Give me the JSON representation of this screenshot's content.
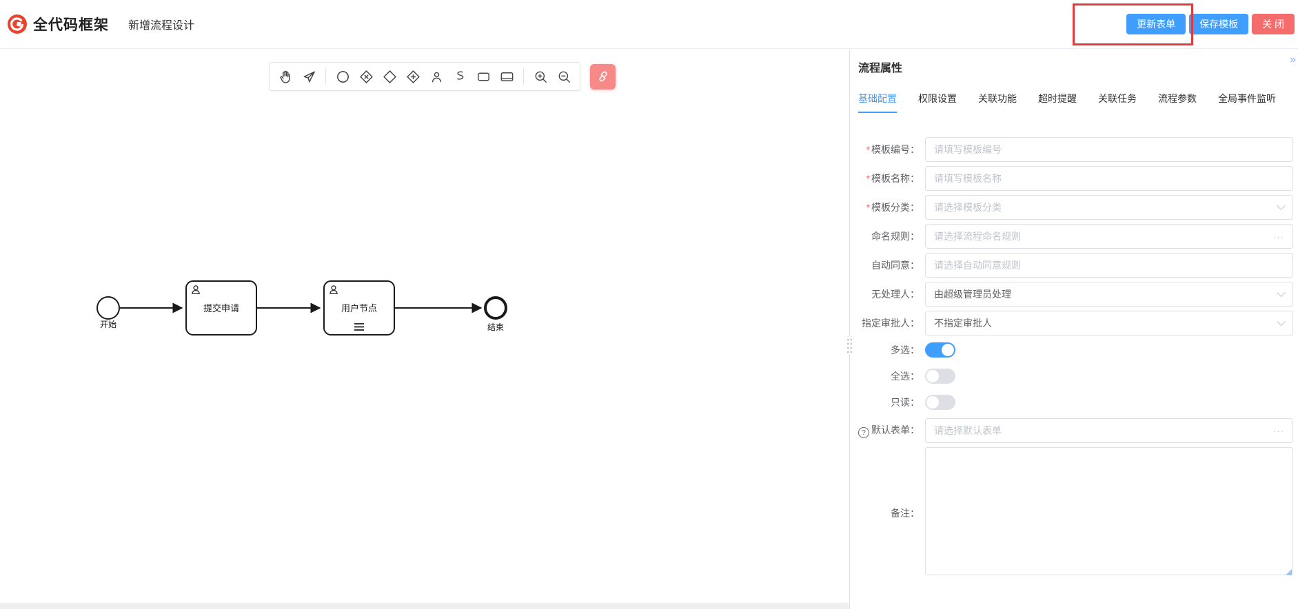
{
  "header": {
    "brand": "全代码框架",
    "page_title": "新增流程设计",
    "buttons": {
      "update_form": "更新表单",
      "save_template": "保存模板",
      "close": "关 闭"
    }
  },
  "theme": {
    "primary": "#409eff",
    "danger": "#f56c6c",
    "danger_soft": "#f78989",
    "annotation_red": "#e03a3a",
    "border": "#dcdfe6",
    "placeholder": "#c0c4cc",
    "label": "#606266"
  },
  "canvas": {
    "toolbar_tools": [
      "hand-tool",
      "connect-tool",
      "start-event",
      "exclusive-gateway",
      "gateway",
      "parallel-gateway",
      "user-task",
      "sequence-flow",
      "task",
      "subprocess",
      "zoom-in",
      "zoom-out",
      "danger-clear-tool"
    ],
    "nodes": {
      "start": "开始",
      "task1": "提交申请",
      "task2": "用户节点",
      "end": "结束"
    }
  },
  "panel": {
    "title": "流程属性",
    "collapse_icon": "»",
    "tabs": [
      {
        "label": "基础配置",
        "active": true
      },
      {
        "label": "权限设置",
        "active": false
      },
      {
        "label": "关联功能",
        "active": false
      },
      {
        "label": "超时提醒",
        "active": false
      },
      {
        "label": "关联任务",
        "active": false
      },
      {
        "label": "流程参数",
        "active": false
      },
      {
        "label": "全局事件监听",
        "active": false
      }
    ],
    "fields": {
      "code": {
        "star": "*",
        "label": "模板编号：",
        "placeholder": "请填写模板编号"
      },
      "name": {
        "star": "*",
        "label": "模板名称：",
        "placeholder": "请填写模板名称"
      },
      "category": {
        "star": "*",
        "label": "模板分类：",
        "placeholder": "请选择模板分类"
      },
      "naming": {
        "label": "命名规则：",
        "placeholder": "请选择流程命名规则",
        "suffix": "···"
      },
      "auto": {
        "label": "自动同意：",
        "placeholder": "请选择自动同意规则"
      },
      "handler": {
        "label": "无处理人：",
        "value": "由超级管理员处理"
      },
      "approver": {
        "label": "指定审批人：",
        "value": "不指定审批人"
      },
      "multi": {
        "label": "多选：",
        "on": true
      },
      "all": {
        "label": "全选：",
        "on": false
      },
      "readonly": {
        "label": "只读：",
        "on": false
      },
      "defaultForm": {
        "label": "默认表单：",
        "placeholder": "请选择默认表单",
        "suffix": "···",
        "help": "?"
      },
      "remark": {
        "label": "备注：",
        "value": ""
      }
    }
  }
}
